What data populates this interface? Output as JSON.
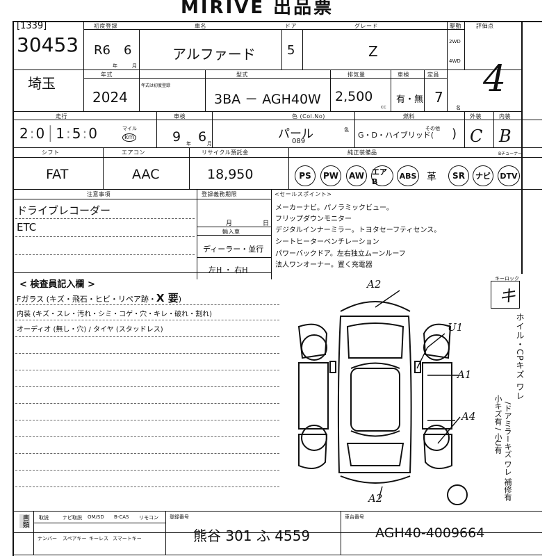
{
  "title": "MIRIVE 出品票",
  "lot": {
    "bracket_no": "[1339]",
    "number": "30453"
  },
  "header_labels": {
    "first_reg": "初度登録",
    "vehicle_name": "車名",
    "doors": "ドア",
    "grade": "グレード",
    "drive": "駆動",
    "score": "評価点",
    "model_year": "年式",
    "model": "型式",
    "displacement": "排気量",
    "shaken": "車検",
    "capacity": "定員",
    "mileage": "走行",
    "shaken_expiry": "車検",
    "color": "色 (Col.No)",
    "fuel": "燃料",
    "exterior": "外装",
    "interior": "内装",
    "shift": "シフト",
    "aircon": "エアコン",
    "recycle": "リサイクル預託金",
    "equipment": "純正装備品",
    "remarks": "注意事項",
    "reg_expiry": "登録義務期限",
    "import": "輸入車",
    "sales_point": "<セールスポイント>",
    "inspector": "< 検査員記入欄 >",
    "key_lock": "キーロック",
    "plate": "登録番号",
    "chassis": "車台番号"
  },
  "units": {
    "year": "年",
    "month": "月",
    "cc": "cc",
    "person": "名",
    "day": "日",
    "mile": "マイル",
    "km": "km",
    "color_no": "色"
  },
  "vehicle": {
    "era": "R6",
    "month": "6",
    "name": "アルファード",
    "doors": "5",
    "grade": "Z",
    "drive_options": [
      "2WD",
      "4WD"
    ],
    "score": "4",
    "prefecture": "埼玉",
    "model_year": "2024",
    "model_year_note": "年式は初度登録",
    "model_code": "3BA － AGH40W",
    "displacement": "2,500",
    "shaken_choice": "有・無",
    "capacity": "7",
    "mileage_digits": [
      "2",
      "0",
      "1",
      "5",
      "0"
    ],
    "shaken_year": "9",
    "shaken_month": "6",
    "color": "パール",
    "color_no": "089",
    "fuel": "G・D・ハイブリッド(",
    "fuel_other": "その他",
    "fuel_close": ")",
    "exterior_grade": "C",
    "interior_grade": "B",
    "shift": "FAT",
    "aircon": "AAC",
    "recycle": "18,950"
  },
  "equipment": [
    "PS",
    "PW",
    "AW",
    "エアB",
    "ABS",
    "革",
    "SR",
    "ナビ",
    "DTV"
  ],
  "equipment_header2": "Bチューナー",
  "remarks": [
    "ドライブレコーダー",
    "ETC"
  ],
  "reg_deadline": {
    "month": "月",
    "day": "日"
  },
  "import_options": [
    "ディーラー・並行",
    "左H ・ 右H"
  ],
  "sales_points": [
    "メーカーナビ。パノラミックビュー。",
    "フリップダウンモニター",
    "デジタルインナーミラー。トヨタセーフティセンス。",
    "シートヒーターベンチレーション",
    "パワーバックドア。左右独立ムーンルーフ",
    "法人ワンオーナー。置く充電器"
  ],
  "inspector_lines": [
    {
      "label": "Fガラス (キズ・飛石・ヒビ・リペア跡・",
      "mark": "X 要",
      "close": ")"
    },
    {
      "label": "内装 (キズ・スレ・汚れ・シミ・コゲ・穴・キレ・破れ・割れ)",
      "mark": "",
      "close": ""
    },
    {
      "label": "オーディオ (無し・穴) / タイヤ (スタッドレス)",
      "mark": "",
      "close": ""
    }
  ],
  "key_lock_mark": "キ",
  "diagram_marks": {
    "a2_top": "A2",
    "u1": "U1",
    "a1": "A1",
    "a4": "A4",
    "a2_bottom": "A2"
  },
  "side_legend_1": "ホイル・CPキズ ワレ",
  "side_legend_2": "小キズ有 / 小U有",
  "side_legend_3": "/ドアミラーキズ ワレ 補修有",
  "bottom_labels": [
    "取説",
    "ナビ取説",
    "OM/SD",
    "B-CAS",
    "リモコン",
    "ナンバー",
    "スペアキー",
    "キーレス",
    "スマートキー"
  ],
  "bottom_vertical": "書類",
  "plate": "熊谷 301 ふ 4559",
  "chassis": "AGH40-4009664"
}
